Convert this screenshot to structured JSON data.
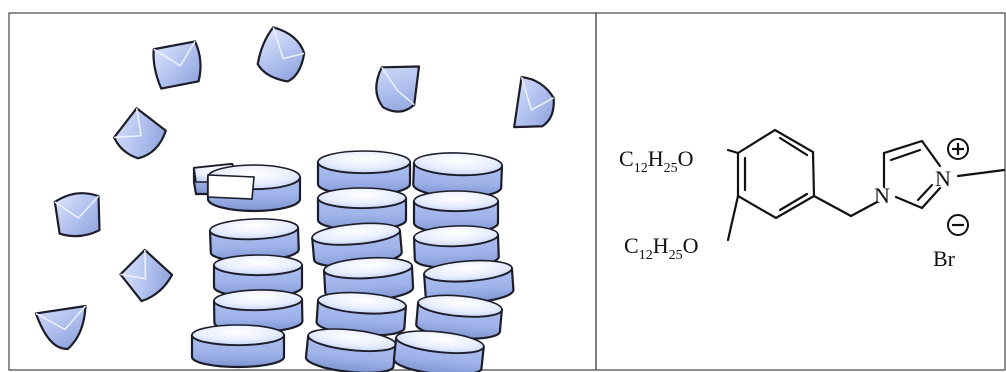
{
  "colors": {
    "fragment_fill": "#b9c8f2",
    "fragment_highlight": "#eef2ff",
    "fragment_shadow": "#8ea3dc",
    "outline": "#1d1d2a",
    "panel_border": "#444444"
  },
  "figure": {
    "left_panel": {
      "description_icon": "supramolecular-column-assembly",
      "free_wedge_count": 10,
      "disc_columns": 3
    },
    "right_panel": {
      "substituent_1": {
        "prefix": "C",
        "n1": "12",
        "h": "H",
        "n2": "25",
        "suffix": "O"
      },
      "substituent_2": {
        "prefix": "C",
        "n1": "12",
        "h": "H",
        "n2": "25",
        "suffix": "O"
      },
      "ring_atom_n1": "N",
      "ring_atom_n3": "N",
      "cation_charge": "+",
      "anion_charge": "−",
      "counterion": "Br"
    }
  }
}
